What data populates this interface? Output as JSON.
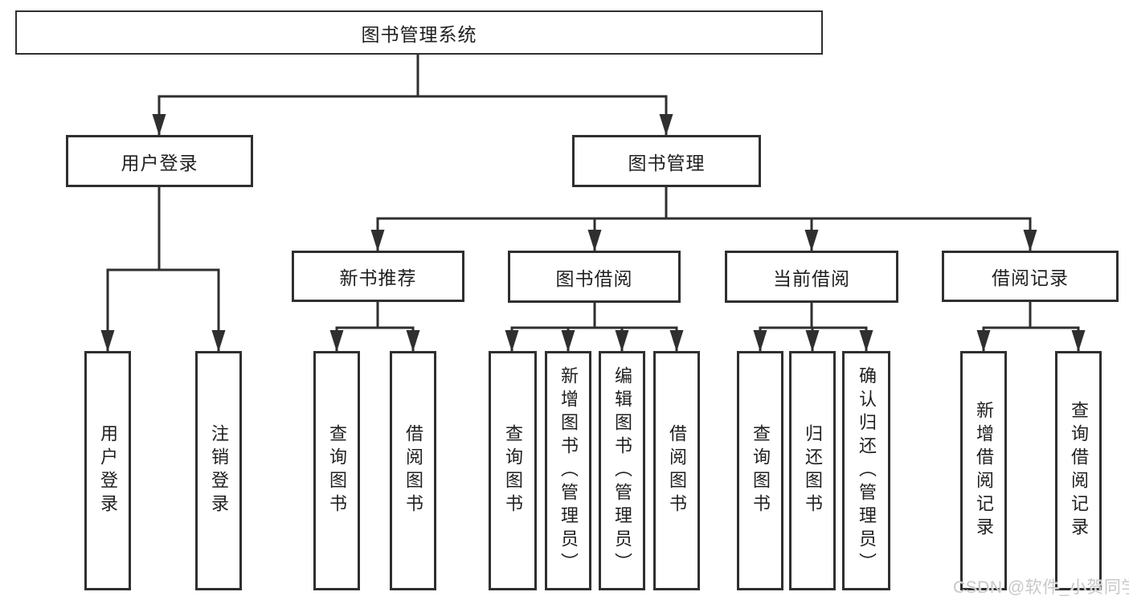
{
  "diagram": {
    "title_note": "functional structure tree",
    "root": {
      "label": "图书管理系统"
    },
    "branches": [
      {
        "label": "用户登录",
        "children": [
          {
            "label": "用户登录"
          },
          {
            "label": "注销登录"
          }
        ]
      },
      {
        "label": "图书管理",
        "children": [
          {
            "label": "新书推荐",
            "children": [
              {
                "label": "查询图书"
              },
              {
                "label": "借阅图书"
              }
            ]
          },
          {
            "label": "图书借阅",
            "children": [
              {
                "label": "查询图书"
              },
              {
                "label": "新增图书（管理员）"
              },
              {
                "label": "编辑图书（管理员）"
              },
              {
                "label": "借阅图书"
              }
            ]
          },
          {
            "label": "当前借阅",
            "children": [
              {
                "label": "查询图书"
              },
              {
                "label": "归还图书"
              },
              {
                "label": "确认归还（管理员）"
              }
            ]
          },
          {
            "label": "借阅记录",
            "children": [
              {
                "label": "新增借阅记录"
              },
              {
                "label": "查询借阅记录"
              }
            ]
          }
        ]
      }
    ]
  },
  "watermark": {
    "text": "CSDN @软件_小贺同学",
    "color": "#c8c8c8"
  },
  "colors": {
    "line": "#2f2f2f",
    "box_border": "#2f2f2f",
    "text": "#1f1f1f",
    "background": "#ffffff"
  }
}
